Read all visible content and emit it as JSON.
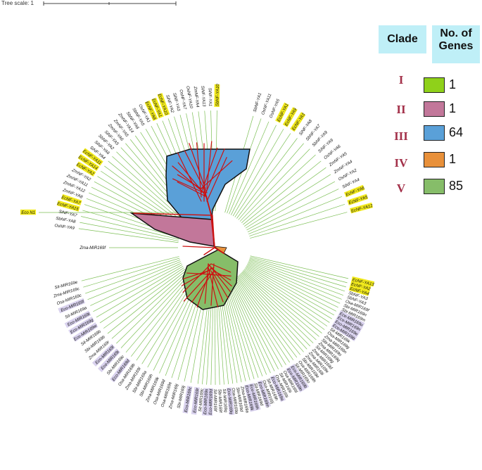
{
  "scale_text": "Tree scale: 1",
  "legend": {
    "clade_header": "Clade",
    "count_header": "No. of Genes",
    "rows": [
      {
        "clade": "I",
        "count": "1",
        "color": "#8fd11a"
      },
      {
        "clade": "II",
        "count": "1",
        "color": "#c2779a"
      },
      {
        "clade": "III",
        "count": "64",
        "color": "#5aa0d8"
      },
      {
        "clade": "IV",
        "count": "1",
        "color": "#e8903a"
      },
      {
        "clade": "V",
        "count": "85",
        "color": "#86bd69"
      }
    ]
  },
  "colors": {
    "branch": "#cc1111",
    "leaf_line": "#7cbf55",
    "highlight_yellow": "#f2ea1c",
    "highlight_lavender": "#d9d2ee"
  },
  "labels": [
    {
      "text": "SbNF-YA10",
      "hl": "y"
    },
    {
      "text": "SiNF-YA1",
      "hl": ""
    },
    {
      "text": "SiNF-YA13",
      "hl": ""
    },
    {
      "text": "ZmNF-YA4",
      "hl": ""
    },
    {
      "text": "OsNF-YA10",
      "hl": ""
    },
    {
      "text": "OsNF-YA7",
      "hl": ""
    },
    {
      "text": "SiNF-YA3",
      "hl": ""
    },
    {
      "text": "SiNF-YA2",
      "hl": ""
    },
    {
      "text": "EcNF-YA10",
      "hl": "y"
    },
    {
      "text": "EcNF-YA1",
      "hl": "y"
    },
    {
      "text": "EcNF-YA8",
      "hl": "y"
    },
    {
      "text": "OsNF-YA1",
      "hl": ""
    },
    {
      "text": "SbNF-YA5",
      "hl": ""
    },
    {
      "text": "SbNF-YA6",
      "hl": ""
    },
    {
      "text": "ZmNF-YA14",
      "hl": ""
    },
    {
      "text": "ZmNF-YA5",
      "hl": ""
    },
    {
      "text": "ZmNF-YA6",
      "hl": ""
    },
    {
      "text": "SiNF-YA5",
      "hl": ""
    },
    {
      "text": "SbNF-YA2",
      "hl": ""
    },
    {
      "text": "SiNF-YA6",
      "hl": ""
    },
    {
      "text": "SiNF-YA4",
      "hl": ""
    },
    {
      "text": "EcNF-YA11",
      "hl": "y"
    },
    {
      "text": "EcNF-YA14",
      "hl": "y"
    },
    {
      "text": "EcNF-YA2",
      "hl": "y"
    },
    {
      "text": "ZmNF-YA2",
      "hl": ""
    },
    {
      "text": "ZmNF-YA11",
      "hl": ""
    },
    {
      "text": "ZmNF-YA12",
      "hl": ""
    },
    {
      "text": "ZmNF-YA8",
      "hl": ""
    },
    {
      "text": "EcNF-YA7",
      "hl": "y"
    },
    {
      "text": "EcNF-YA15",
      "hl": "y"
    },
    {
      "text": "SiNF-YA7",
      "hl": ""
    },
    {
      "text": "SbNF-YA8",
      "hl": ""
    },
    {
      "text": "OsNF-YA9",
      "hl": ""
    },
    {
      "text": "Eco N1",
      "hl": "y"
    },
    {
      "text": "Zma-MIR169f",
      "hl": ""
    },
    {
      "text": "Sit-MIR169e",
      "hl": ""
    },
    {
      "text": "Zma-MIR169c",
      "hl": ""
    },
    {
      "text": "Osa-MIR169c",
      "hl": ""
    },
    {
      "text": "Eco-MIR169f",
      "hl": "l"
    },
    {
      "text": "Sit-MIR169a",
      "hl": ""
    },
    {
      "text": "Eco-MIR169t",
      "hl": "l"
    },
    {
      "text": "Eco-MIR169g",
      "hl": "l"
    },
    {
      "text": "Eco-MIR169w",
      "hl": "l"
    },
    {
      "text": "Sit-MIR169b",
      "hl": ""
    },
    {
      "text": "Sbi-MIR169b",
      "hl": ""
    },
    {
      "text": "Zma-MIR169r",
      "hl": ""
    },
    {
      "text": "Eco-MIR169l",
      "hl": "l"
    },
    {
      "text": "Eco-MIR169i",
      "hl": "l"
    },
    {
      "text": "Sbi-MIR169c",
      "hl": ""
    },
    {
      "text": "Eco-MIR169d",
      "hl": "l"
    },
    {
      "text": "Osa-MIR169b",
      "hl": ""
    },
    {
      "text": "Zma-MIR169l",
      "hl": ""
    },
    {
      "text": "Sbi-MIR169a",
      "hl": ""
    },
    {
      "text": "Sbi-MIR169h",
      "hl": ""
    },
    {
      "text": "Zma-MIR169k",
      "hl": ""
    },
    {
      "text": "Osa-MIR169d",
      "hl": ""
    },
    {
      "text": "Osa-MIR169e",
      "hl": ""
    },
    {
      "text": "Zma-MIR169j",
      "hl": ""
    },
    {
      "text": "Sbi-MIR169j",
      "hl": ""
    },
    {
      "text": "Eco-MIR169c",
      "hl": "l"
    },
    {
      "text": "Eco-MIR169r",
      "hl": "l"
    },
    {
      "text": "Sit-MIR169c",
      "hl": ""
    },
    {
      "text": "Eco-MIR169s",
      "hl": "l"
    },
    {
      "text": "Eco-MIR169d",
      "hl": "l"
    },
    {
      "text": "Sit-MIR169f",
      "hl": ""
    },
    {
      "text": "Sbi-MIR169f",
      "hl": ""
    },
    {
      "text": "Sit-MIR169q",
      "hl": ""
    },
    {
      "text": "Eco-MIR169q",
      "hl": "l"
    },
    {
      "text": "Osa-MIR169a",
      "hl": ""
    },
    {
      "text": "Sbi-MIR169d",
      "hl": ""
    },
    {
      "text": "Zma-MIR169a",
      "hl": ""
    },
    {
      "text": "Eco-MIR169k",
      "hl": "l"
    },
    {
      "text": "Eco-MIR169h",
      "hl": "l"
    },
    {
      "text": "Sit-MIR169d",
      "hl": ""
    },
    {
      "text": "Eco-MIR169m",
      "hl": "l"
    },
    {
      "text": "Osa-MIR169j",
      "hl": ""
    },
    {
      "text": "Sit-MIR169h",
      "hl": ""
    },
    {
      "text": "Eco-MIR169a",
      "hl": "l"
    },
    {
      "text": "Osa-MIR169i",
      "hl": ""
    },
    {
      "text": "Sit-MIR169i",
      "hl": ""
    },
    {
      "text": "Osa-MIR169l",
      "hl": ""
    },
    {
      "text": "Eco-MIR169o",
      "hl": "l"
    },
    {
      "text": "Eco-MIR169b",
      "hl": "l"
    },
    {
      "text": "Sit-MIR169o",
      "hl": ""
    },
    {
      "text": "Osa-MIR169h",
      "hl": ""
    },
    {
      "text": "Sbi-MIR169e",
      "hl": ""
    },
    {
      "text": "Zma-MIR169i",
      "hl": ""
    },
    {
      "text": "Zma-MIR169e",
      "hl": ""
    },
    {
      "text": "Zma-MIR169d",
      "hl": ""
    },
    {
      "text": "Sit-MIR169g",
      "hl": ""
    },
    {
      "text": "Zma-MIR169q",
      "hl": ""
    },
    {
      "text": "Sbi-MIR169o",
      "hl": ""
    },
    {
      "text": "Zma-MIR169n",
      "hl": ""
    },
    {
      "text": "Osa-MIR169g",
      "hl": ""
    },
    {
      "text": "Sit-MIR169k",
      "hl": ""
    },
    {
      "text": "Eco-MIR169b",
      "hl": "l"
    },
    {
      "text": "Eco-MIR169e",
      "hl": "l"
    },
    {
      "text": "Eco-MIR169n",
      "hl": "l"
    },
    {
      "text": "Eco-MIR169u",
      "hl": "l"
    },
    {
      "text": "Sbi-MIR169m",
      "hl": ""
    },
    {
      "text": "Sbi-MIR169n",
      "hl": ""
    },
    {
      "text": "Osa-MIR169f",
      "hl": ""
    },
    {
      "text": "SbNF-YA3",
      "hl": ""
    },
    {
      "text": "SbNF-YA3",
      "hl": ""
    },
    {
      "text": "EcNF-YA4",
      "hl": "y"
    },
    {
      "text": "EcNF-YA2",
      "hl": "y"
    },
    {
      "text": "EcNF-YA13",
      "hl": "y"
    },
    {
      "text": "EcNF-YA12",
      "hl": "y"
    },
    {
      "text": "EcNF-YA5",
      "hl": "y"
    },
    {
      "text": "EcNF-YA6",
      "hl": "y"
    },
    {
      "text": "SiNF-YA4",
      "hl": ""
    },
    {
      "text": "OsNF-YA2",
      "hl": ""
    },
    {
      "text": "ZmNF-YA4",
      "hl": ""
    },
    {
      "text": "ZmNF-YA5",
      "hl": ""
    },
    {
      "text": "OsNF-YA6",
      "hl": ""
    },
    {
      "text": "SiNF-YA9",
      "hl": ""
    },
    {
      "text": "SbNF-YA9",
      "hl": ""
    },
    {
      "text": "SbNF-YA7",
      "hl": ""
    },
    {
      "text": "SiNF-YA8",
      "hl": ""
    },
    {
      "text": "EcNF-YA3",
      "hl": "y"
    },
    {
      "text": "EcNF-YA9",
      "hl": "y"
    },
    {
      "text": "EcNF-YA1",
      "hl": "y"
    },
    {
      "text": "OsNF-YA5",
      "hl": ""
    },
    {
      "text": "OsNF-YA11",
      "hl": ""
    },
    {
      "text": "SbNF-YA1",
      "hl": ""
    }
  ]
}
